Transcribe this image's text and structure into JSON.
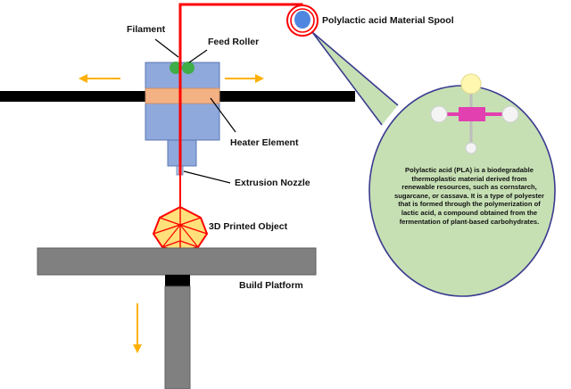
{
  "labels": {
    "filament": "Filament",
    "feed_roller": "Feed Roller",
    "spool": "Polylactic acid Material Spool",
    "heater": "Heater Element",
    "nozzle": "Extrusion Nozzle",
    "object": "3D Printed Object",
    "platform": "Build Platform"
  },
  "description": "Polylactic acid (PLA) is a biodegradable thermoplastic material derived from renewable resources, such as cornstarch, sugarcane, or cassava. It is a type of polyester that is formed through the polymerization of lactic acid, a compound obtained from the fermentation of plant-based carbohydrates.",
  "colors": {
    "filament": "#ff0000",
    "head": "#8fa9dc",
    "heater": "#f4b183",
    "roller": "#3fae49",
    "rail": "#000000",
    "platform": "#808080",
    "arrow": "#ffb000",
    "callout": "#c6e0b4",
    "callout_border": "#3b3b8f",
    "object": "#ffe07a",
    "spool": "#4f86e0"
  }
}
